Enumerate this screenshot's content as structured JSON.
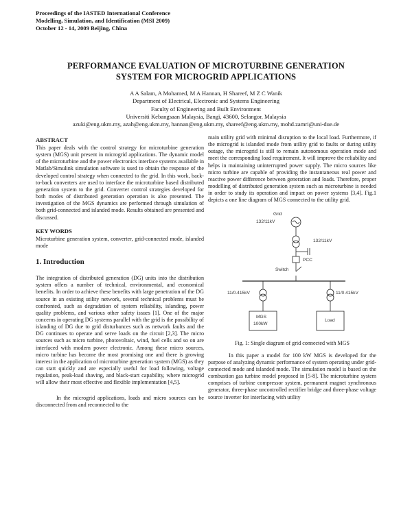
{
  "header": {
    "conference_lines": [
      "Proceedings of the IASTED International Conference",
      "Modelling, Simulation, and Identification (MSI 2009)",
      "October 12 - 14, 2009  Beijing, China"
    ]
  },
  "paper": {
    "title_lines": [
      "PERFORMANCE EVALUATION OF MICROTURBINE GENERATION",
      "SYSTEM FOR MICROGRID APPLICATIONS"
    ],
    "authors": "A A Salam, A Mohamed, M A Hannan, H Shareef, M Z C Wanik",
    "department": "Department of Electrical, Electronic and Systems Engineering",
    "faculty": "Faculty of Engineering and Built Environment",
    "university": "Universiti Kebangsaan Malaysia, Bangi, 43600, Selangor, Malaysia",
    "emails": "azuki@eng.ukm.my, azah@eng.ukm.my, hannan@eng.ukm.my, shareef@eng.ukm.my, mohd.zamri@uni-due.de"
  },
  "abstract": {
    "heading": "ABSTRACT",
    "text": "This paper deals with the control strategy for microturbine generation system (MGS) unit present in microgrid applications. The dynamic model of the microturbine and the power electronics interface systems available in Matlab/Simulink simulation software is used to obtain the response of the developed control strategy when connected to the grid. In this work, back-to-back converters are used to interface the microturbine based distributed generation system to the grid. Converter control strategies developed for both modes of distributed generation operation is also presented. The investigation of the MGS dynamics are performed through simulation of both grid-connected and islanded mode. Results obtained are presented and discussed."
  },
  "keywords": {
    "heading": "KEY WORDS",
    "text": "Microturbine generation system, converter, grid-connected mode, islanded mode"
  },
  "introduction": {
    "heading": "1.  Introduction",
    "para1": "The integration of distributed generation (DG) units into the distribution system offers a number of technical, environmental, and economical benefits. In order to achieve these benefits with large penetration of the DG source in an existing utility network, several technical problems must be confronted, such as degradation of system reliability, islanding, power quality problems, and various other safety issues [1]. One of the major concerns in operating DG systems parallel with the grid is the possibility of islanding of DG due to grid disturbances such as network faults and the DG continues to operate and serve loads on the circuit [2,3]. The micro sources such as micro turbine, photovoltaic, wind, fuel cells and so on are interfaced with modern power electronic. Among these micro sources, micro turbine has become the most promising one and there is growing interest in the application of microturbine generation system (MGS) as they can start quickly and are especially useful for load following, voltage regulation, peak-load shaving, and black-start capability, where microgrid will allow their most effective and flexible implementation [4,5].",
    "para2": "In the microgrid applications, loads and micro sources can be disconnected from and reconnected to the"
  },
  "right_column": {
    "para_cont": "main utility grid with minimal disruption to the local load. Furthermore, if the microgrid is islanded mode from utility grid to faults or during utility outage, the microgrid is still to remain autonomous operation mode and meet the corresponding load requirement. It will improve the reliability and helps in maintaining uninterrupted power supply. The micro sources like micro turbine are capable of providing the instantaneous real power and reactive power difference between generation and loads. Therefore, proper modelling of distributed generation system such as microturbine is needed in order to study its operation and impact on power systems [3,4]. Fig.1 depicts a one line diagram of MGS connected to the utility grid.",
    "figure": {
      "grid_label": "Grid",
      "grid_voltage": "132/11kV",
      "transformer_label": "132/11kV",
      "pcc_label": "PCC",
      "switch_label": "Switch",
      "left_transformer": "11/0.415kV",
      "right_transformer": "11/0.415kV",
      "mgs_label": "MGS",
      "mgs_rating": "100kW",
      "load_label": "Load",
      "caption": "Fig. 1: Single diagram of grid connected with MGS"
    },
    "para_after": "In this paper a model for 100 kW MGS is developed for the purpose of analyzing dynamic performance of system operating under grid-connected mode and islanded mode. The simulation model is based on the combustion gas turbine model proposed in [5-8]. The microturbine system comprises of turbine compressor system, permanent magnet synchronous generator, three-phase uncontrolled rectifier bridge and three-phase voltage source inverter for interfacing with utility"
  }
}
